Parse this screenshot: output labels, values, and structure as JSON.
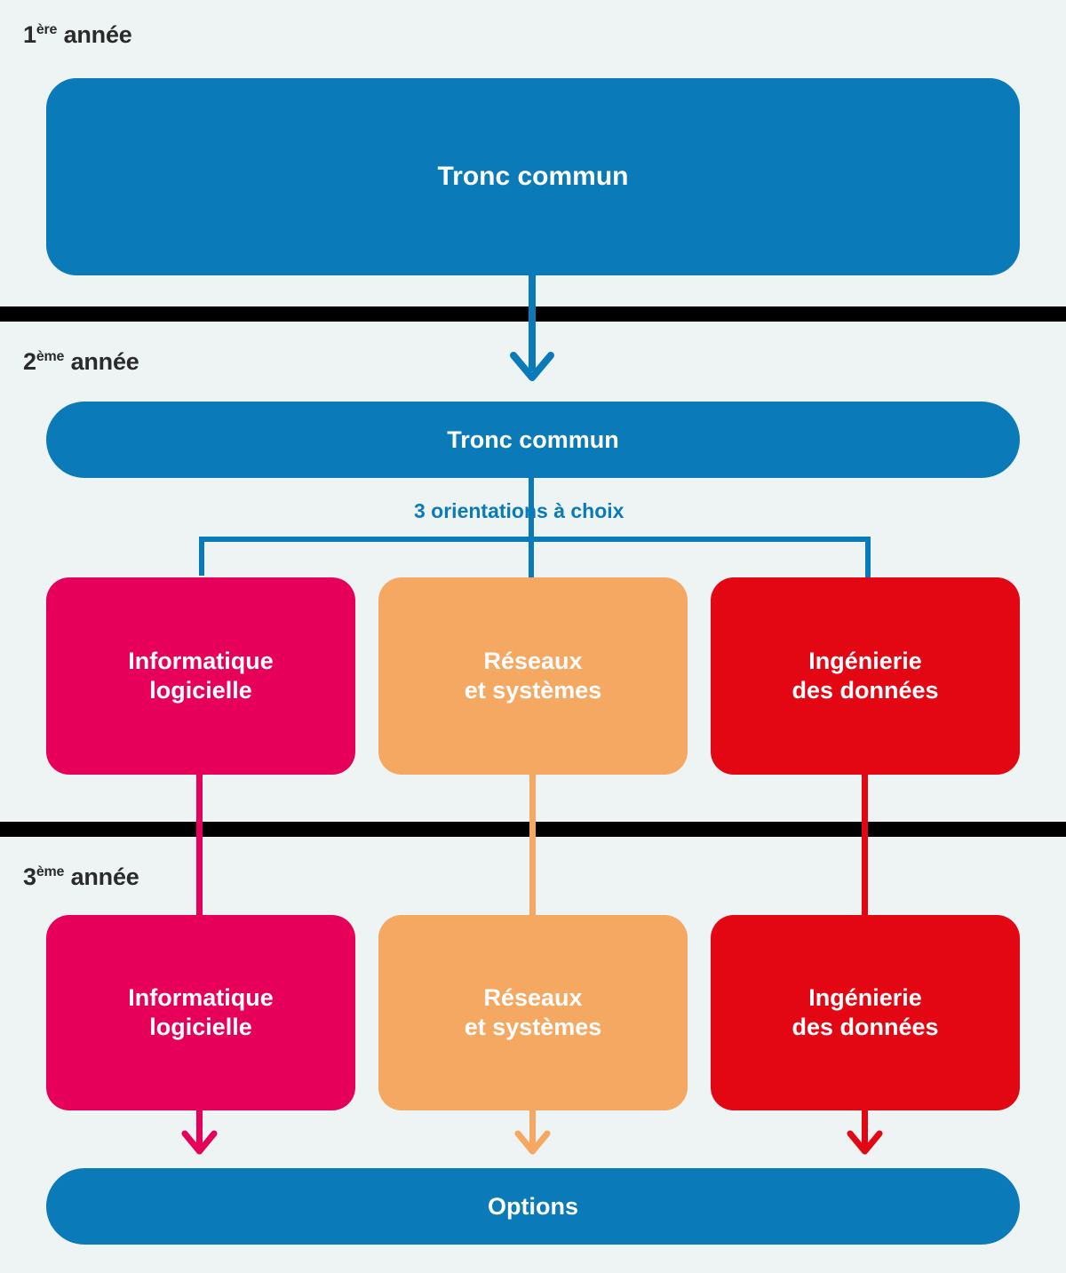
{
  "colors": {
    "background": "#eef4f4",
    "blue": "#0a7ab8",
    "pink": "#e6005a",
    "orange": "#f5a861",
    "red": "#e30613",
    "divider": "#000000",
    "label_text": "#2b2b2b"
  },
  "years": [
    {
      "number": "1",
      "ordinal": "ère",
      "word": "année"
    },
    {
      "number": "2",
      "ordinal": "ème",
      "word": "année"
    },
    {
      "number": "3",
      "ordinal": "ème",
      "word": "année"
    }
  ],
  "year1": {
    "box": {
      "label": "Tronc commun",
      "color": "#0a7ab8"
    }
  },
  "year2": {
    "box": {
      "label": "Tronc commun",
      "color": "#0a7ab8"
    },
    "bracket_label": "3 orientations à choix",
    "orientations": [
      {
        "line1": "Informatique",
        "line2": "logicielle",
        "color": "#e6005a"
      },
      {
        "line1": "Réseaux",
        "line2": "et systèmes",
        "color": "#f5a861"
      },
      {
        "line1": "Ingénierie",
        "line2": "des données",
        "color": "#e30613"
      }
    ]
  },
  "year3": {
    "orientations": [
      {
        "line1": "Informatique",
        "line2": "logicielle",
        "color": "#e6005a"
      },
      {
        "line1": "Réseaux",
        "line2": "et systèmes",
        "color": "#f5a861"
      },
      {
        "line1": "Ingénierie",
        "line2": "des données",
        "color": "#e30613"
      }
    ],
    "options_box": {
      "label": "Options",
      "color": "#0a7ab8"
    }
  }
}
